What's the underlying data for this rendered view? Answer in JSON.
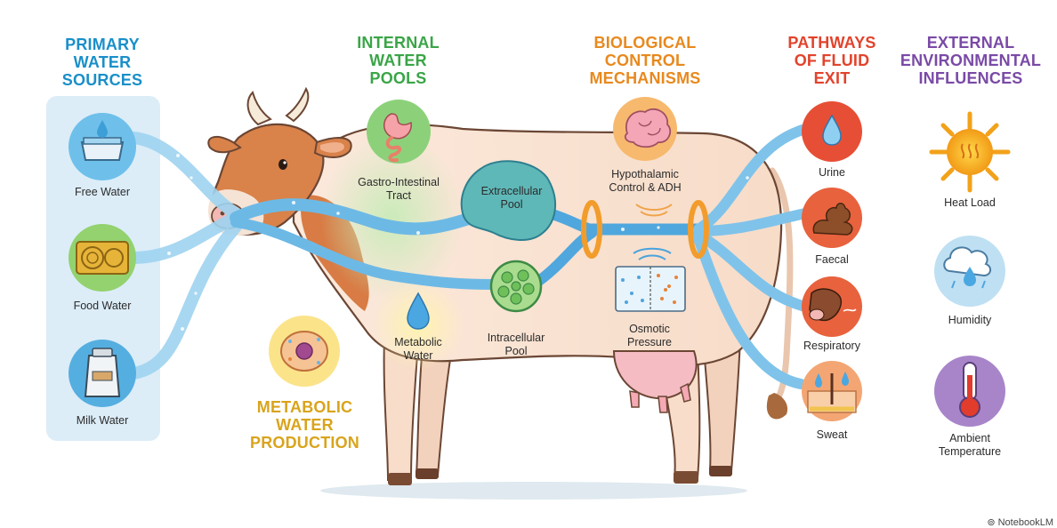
{
  "headings": {
    "primary_sources": "PRIMARY\nWATER\nSOURCES",
    "internal_pools": "INTERNAL\nWATER\nPOOLS",
    "control_mechanisms": "BIOLOGICAL\nCONTROL\nMECHANISMS",
    "fluid_exit": "PATHWAYS\nOF FLUID\nEXIT",
    "external_influences": "EXTERNAL\nENVIRONMENTAL\nINFLUENCES",
    "metabolic_production": "METABOLIC\nWATER\nPRODUCTION"
  },
  "sources": {
    "free_water": "Free Water",
    "food_water": "Food Water",
    "milk_water": "Milk Water"
  },
  "pools": {
    "gi_tract": "Gastro-Intestinal\nTract",
    "extracellular": "Extracellular\nPool",
    "intracellular": "Intracellular\nPool",
    "metabolic": "Metabolic\nWater"
  },
  "control": {
    "hypothalamic": "Hypothalamic\nControl & ADH",
    "osmotic": "Osmotic\nPressure"
  },
  "exits": {
    "urine": "Urine",
    "faecal": "Faecal",
    "respiratory": "Respiratory",
    "sweat": "Sweat"
  },
  "external": {
    "heat_load": "Heat Load",
    "humidity": "Humidity",
    "ambient_temp": "Ambient\nTemperature"
  },
  "watermark": "⊚ NotebookLM",
  "colors": {
    "primary_heading": "#1a8fc9",
    "internal_heading": "#3aa547",
    "control_heading": "#e8891e",
    "exit_heading": "#e2432c",
    "external_heading": "#7a4aa6",
    "metabolic_heading": "#d9a41c",
    "water_blue": "#58b4e6"
  },
  "icons": {
    "free_water": "water-trough-icon",
    "food_water": "hay-bale-icon",
    "milk_water": "milk-can-icon",
    "gi_tract": "stomach-icon",
    "metabolic": "water-drop-icon",
    "control": "brain-icon",
    "osmotic": "osmosis-beaker-icon",
    "urine": "water-drop-icon",
    "faecal": "dung-icon",
    "respiratory": "cow-breath-icon",
    "sweat": "skin-sweat-icon",
    "heat": "sun-icon",
    "humidity": "rain-cloud-icon",
    "temperature": "thermometer-icon",
    "metabolic_production": "cell-icon"
  }
}
